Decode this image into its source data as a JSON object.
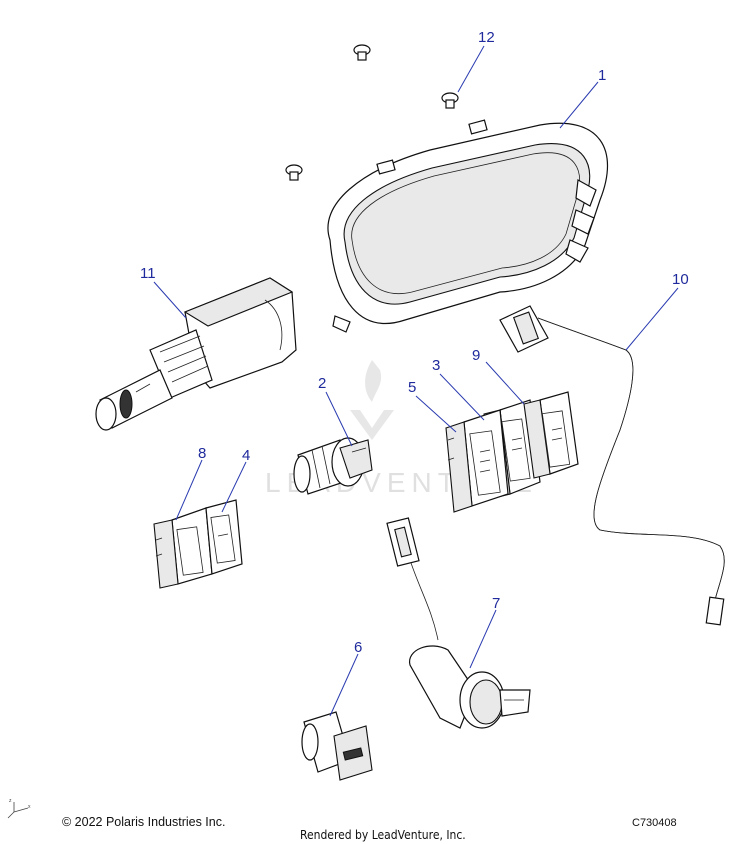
{
  "callouts": {
    "c1": "1",
    "c2": "2",
    "c3": "3",
    "c4": "4",
    "c5": "5",
    "c6": "6",
    "c7": "7",
    "c8": "8",
    "c9": "9",
    "c10": "10",
    "c11": "11",
    "c12": "12"
  },
  "watermark": {
    "text": "LEADVENTURE"
  },
  "footer": {
    "copyright": "© 2022 Polaris Industries Inc.",
    "rendered_by": "Rendered by LeadVenture, Inc.",
    "diagram_code": "C730408"
  },
  "colors": {
    "callout": "#1f2a9c",
    "line": "#111111",
    "watermark": "#c8c8c8"
  },
  "icons": {
    "axis_triad": "xyz-axis-icon"
  }
}
